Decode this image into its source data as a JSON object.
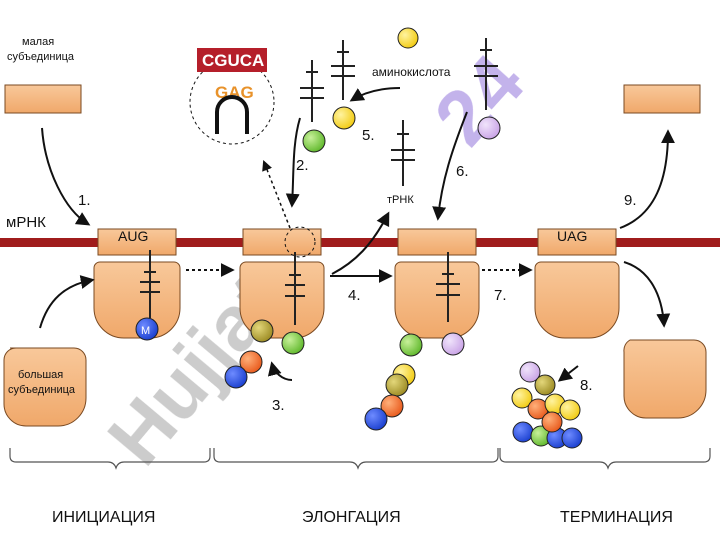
{
  "labels": {
    "small_subunit": [
      "малая",
      "субъединица"
    ],
    "large_subunit": [
      "большая",
      "субъединица"
    ],
    "mrna": "мРНК",
    "trna": "тРНК",
    "amino_acid": "аминокислота",
    "met": "M"
  },
  "codons": {
    "start": "AUG",
    "stop": "UAG",
    "inset_top": "CGUCA",
    "inset_bottom": "GAG"
  },
  "steps": [
    "1.",
    "2.",
    "3.",
    "4.",
    "5.",
    "6.",
    "7.",
    "8.",
    "9."
  ],
  "phases": {
    "initiation": "ИНИЦИАЦИЯ",
    "elongation": "ЭЛОНГАЦИЯ",
    "termination": "ТЕРМИНАЦИЯ"
  },
  "watermark": "Hujjat 24",
  "colors": {
    "subunit_fill": "#f4b27d",
    "subunit_border": "#7a4a22",
    "mrna": "#a01c1c",
    "inset_red": "#b51f2a",
    "inset_orange": "#e8922a",
    "blue": "#1a3fcf",
    "orange": "#e8591b",
    "olive": "#9b8a22",
    "green": "#5fb82b",
    "yellow": "#f2cb11",
    "lilac": "#c9a3e6",
    "watermark_gray": "#c3c3c3",
    "watermark_violet": "#b9a6e8"
  }
}
